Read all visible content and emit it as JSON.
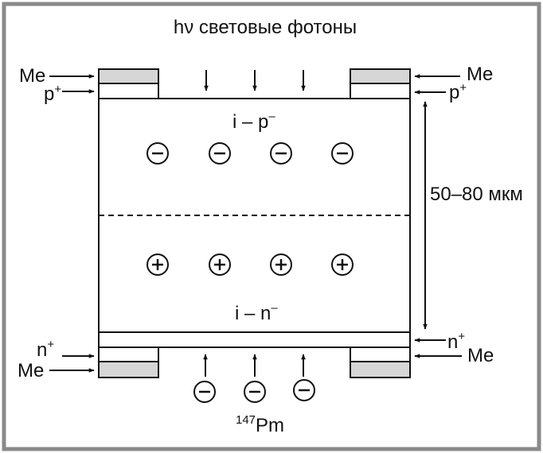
{
  "title_text": "hν световые фотоны",
  "labels": {
    "me": "Me",
    "p_plus": "p",
    "n_plus": "n",
    "plus_sup": "+",
    "region_top": "i – p",
    "region_bottom": "i – n",
    "minus_sup": "–",
    "thickness": "50–80 мкм",
    "source_mass": "147",
    "source_name": "Pm"
  },
  "symbols": {
    "negative": "−",
    "positive": "+"
  },
  "colors": {
    "frame": "#8a8a8a",
    "line": "#111111",
    "metal_fill": "#d6d6d6"
  }
}
